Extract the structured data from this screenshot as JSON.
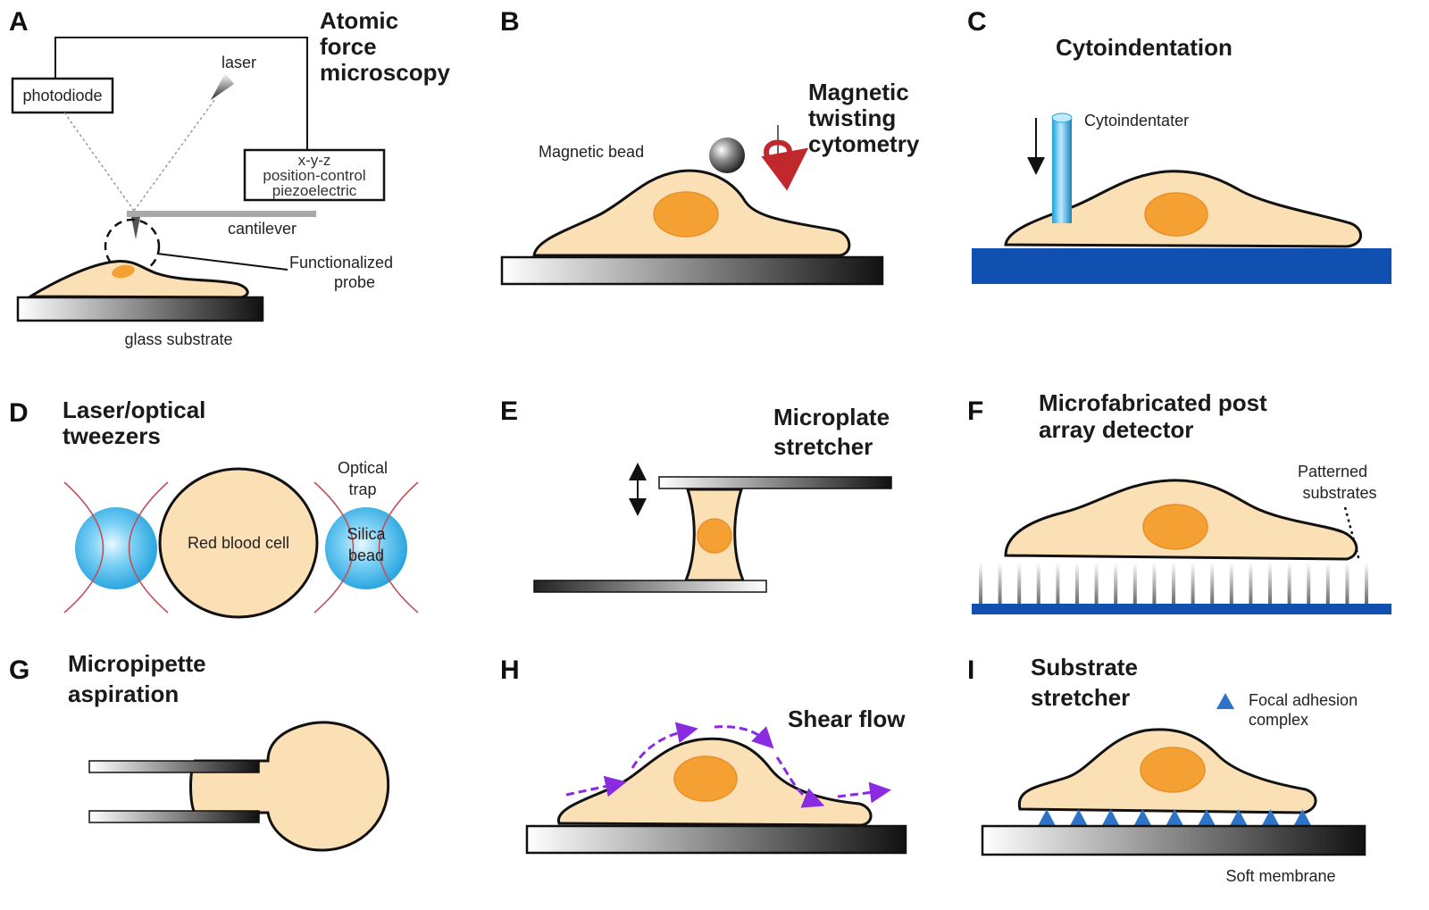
{
  "colors": {
    "cell_fill": "#fbe0b6",
    "nucleus": "#f5a033",
    "blue_substrate": "#1150b0",
    "bead_blue": "#39b6ea",
    "arrow_red": "#c0282d",
    "flow_purple": "#8a2be2",
    "adhesion_blue": "#2d74c9"
  },
  "icons": [
    "laser-icon",
    "magnetic-bead-icon",
    "rotation-arrow-icon",
    "flow-arrow-icon",
    "focal-adhesion-triangle-icon"
  ],
  "panels": {
    "A": {
      "letter": "A",
      "title_lines": [
        "Atomic",
        "force",
        "microscopy"
      ],
      "labels": {
        "photodiode": "photodiode",
        "laser": "laser",
        "piezo_lines": [
          "x-y-z",
          "position-control",
          "piezoelectric"
        ],
        "cantilever": "cantilever",
        "probe_lines": [
          "Functionalized",
          "probe"
        ],
        "substrate": "glass substrate"
      }
    },
    "B": {
      "letter": "B",
      "title_lines": [
        "Magnetic",
        "twisting",
        "cytometry"
      ],
      "labels": {
        "bead": "Magnetic bead"
      }
    },
    "C": {
      "letter": "C",
      "title_lines": [
        "Cytoindentation"
      ],
      "labels": {
        "indenter": "Cytoindentater"
      }
    },
    "D": {
      "letter": "D",
      "title_lines": [
        "Laser/optical",
        "tweezers"
      ],
      "labels": {
        "trap_lines": [
          "Optical",
          "trap"
        ],
        "cell": "Red blood cell",
        "bead_lines": [
          "Silica",
          "bead"
        ]
      }
    },
    "E": {
      "letter": "E",
      "title_lines": [
        "Microplate",
        "stretcher"
      ]
    },
    "F": {
      "letter": "F",
      "title_lines": [
        "Microfabricated post",
        "array detector"
      ],
      "labels": {
        "substrate_lines": [
          "Patterned",
          "substrates"
        ]
      }
    },
    "G": {
      "letter": "G",
      "title_lines": [
        "Micropipette",
        "aspiration"
      ]
    },
    "H": {
      "letter": "H",
      "title_lines": [
        "Shear flow"
      ]
    },
    "I": {
      "letter": "I",
      "title_lines": [
        "Substrate",
        "stretcher"
      ],
      "labels": {
        "adhesion_lines": [
          "Focal adhesion",
          "complex"
        ],
        "membrane": "Soft membrane"
      }
    }
  }
}
